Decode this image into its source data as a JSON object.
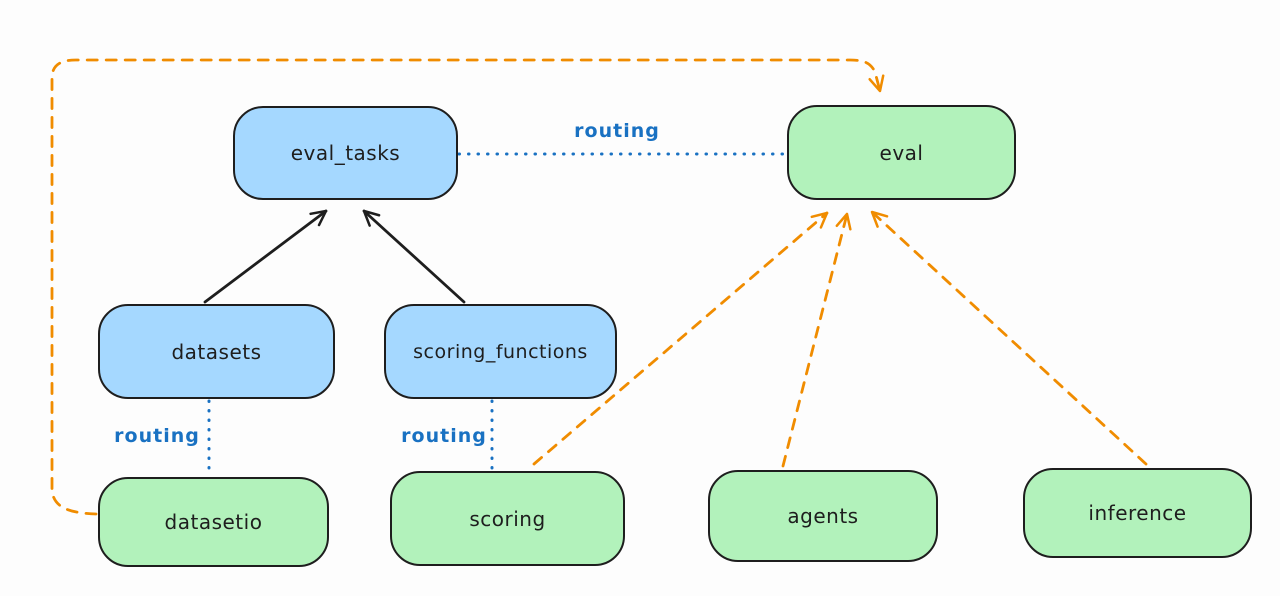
{
  "diagram": {
    "nodes": {
      "eval_tasks": {
        "label": "eval_tasks",
        "fill": "#a5d8ff"
      },
      "eval": {
        "label": "eval",
        "fill": "#b2f2bb"
      },
      "datasets": {
        "label": "datasets",
        "fill": "#a5d8ff"
      },
      "scoring_functions": {
        "label": "scoring_functions",
        "fill": "#a5d8ff"
      },
      "datasetio": {
        "label": "datasetio",
        "fill": "#b2f2bb"
      },
      "scoring": {
        "label": "scoring",
        "fill": "#b2f2bb"
      },
      "agents": {
        "label": "agents",
        "fill": "#b2f2bb"
      },
      "inference": {
        "label": "inference",
        "fill": "#b2f2bb"
      }
    },
    "edges": {
      "eval_tasks_to_eval": {
        "from": "eval_tasks",
        "to": "eval",
        "label": "routing",
        "style": "dotted-blue"
      },
      "datasets_to_datasetio": {
        "from": "datasets",
        "to": "datasetio",
        "label": "routing",
        "style": "dotted-blue"
      },
      "scoring_functions_to_scoring": {
        "from": "scoring_functions",
        "to": "scoring",
        "label": "routing",
        "style": "dotted-blue"
      },
      "datasets_to_eval_tasks": {
        "from": "datasets",
        "to": "eval_tasks",
        "style": "solid-black-arrow"
      },
      "scoring_functions_to_eval_tasks": {
        "from": "scoring_functions",
        "to": "eval_tasks",
        "style": "solid-black-arrow"
      },
      "datasetio_to_eval": {
        "from": "datasetio",
        "to": "eval",
        "style": "dashed-orange-arrow"
      },
      "scoring_to_eval": {
        "from": "scoring",
        "to": "eval",
        "style": "dashed-orange-arrow"
      },
      "agents_to_eval": {
        "from": "agents",
        "to": "eval",
        "style": "dashed-orange-arrow"
      },
      "inference_to_eval": {
        "from": "inference",
        "to": "eval",
        "style": "dashed-orange-arrow"
      }
    },
    "colors": {
      "blue_fill": "#a5d8ff",
      "green_fill": "#b2f2bb",
      "stroke": "#1e1e1e",
      "routing_blue": "#1971c2",
      "orange": "#f08c00",
      "background": "#fdfdfd"
    }
  }
}
